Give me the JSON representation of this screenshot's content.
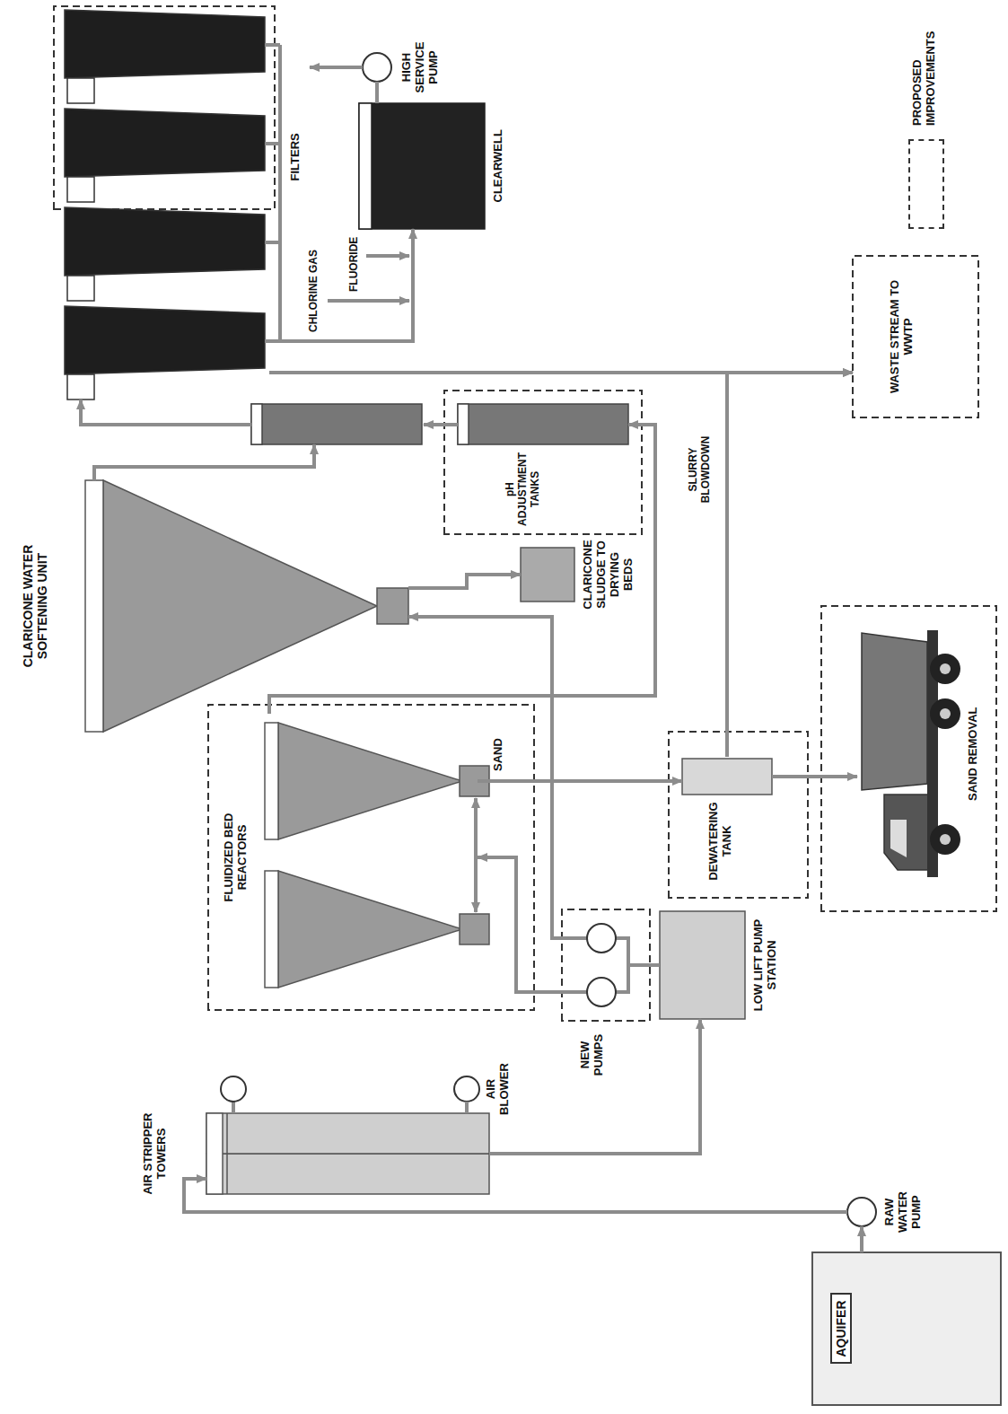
{
  "diagram": {
    "nodes": [
      {
        "text": [
          "AQUIFER"
        ]
      },
      {
        "text": [
          "RAW WATER PUMP"
        ]
      },
      {
        "text": [
          "AIR STRIPPER TOWERS"
        ]
      },
      {
        "text": [
          "AIR BLOWER"
        ]
      },
      {
        "text": [
          "LOW LIFT PUMP STATION"
        ]
      },
      {
        "text": [
          "NEW PUMPS"
        ]
      },
      {
        "text": [
          "FLUIDIZED BED REACTORS"
        ]
      },
      {
        "text": [
          "CLARICONE WATER SOFTENING UNIT"
        ]
      },
      {
        "text": [
          "DEWATERING TANK"
        ]
      },
      {
        "text": [
          "SAND REMOVAL"
        ]
      },
      {
        "text": [
          "CLARICONE SLUDGE TO DRYING BEDS"
        ]
      },
      {
        "text": [
          "pH ADJUSTMENT TANKS"
        ]
      },
      {
        "text": [
          "FILTERS"
        ]
      },
      {
        "text": [
          "CLEARWELL"
        ]
      },
      {
        "text": [
          "HIGH SERVICE PUMP"
        ]
      },
      {
        "text": [
          "WASTE STREAM TO WWTP"
        ]
      }
    ],
    "edges": [
      {
        "from": 0,
        "to": 1,
        "arrow": "to"
      },
      {
        "from": 1,
        "to": 2,
        "arrow": "to"
      },
      {
        "from": 3,
        "to": 2,
        "arrow": "none"
      },
      {
        "from": 2,
        "to": 4,
        "arrow": "to"
      },
      {
        "from": 4,
        "to": 5,
        "arrow": "none"
      },
      {
        "from": 5,
        "to": 6,
        "arrow": "to"
      },
      {
        "from": 5,
        "to": 7,
        "arrow": "to"
      },
      {
        "from": 6,
        "to": 8,
        "arrow": "to"
      },
      {
        "from": 8,
        "to": 9,
        "arrow": "to"
      },
      {
        "from": 8,
        "to": 15,
        "label": "SLURRY BLOWDOWN",
        "arrow": "to"
      },
      {
        "from": 7,
        "to": 10,
        "arrow": "to"
      },
      {
        "from": 6,
        "to": 11,
        "arrow": "to"
      },
      {
        "from": 7,
        "to": 11,
        "arrow": "to"
      },
      {
        "from": 11,
        "to": 12,
        "arrow": "to"
      },
      {
        "from": 12,
        "to": 13,
        "arrow": "to"
      },
      {
        "from": 13,
        "to": 14,
        "arrow": "none"
      },
      {
        "from": 12,
        "to": 15,
        "arrow": "to"
      }
    ],
    "labels": [
      "SAND",
      "CHLORINE GAS",
      "FLUORIDE"
    ],
    "legend": [
      {
        "text": "PROPOSED IMPROVEMENTS"
      }
    ]
  }
}
